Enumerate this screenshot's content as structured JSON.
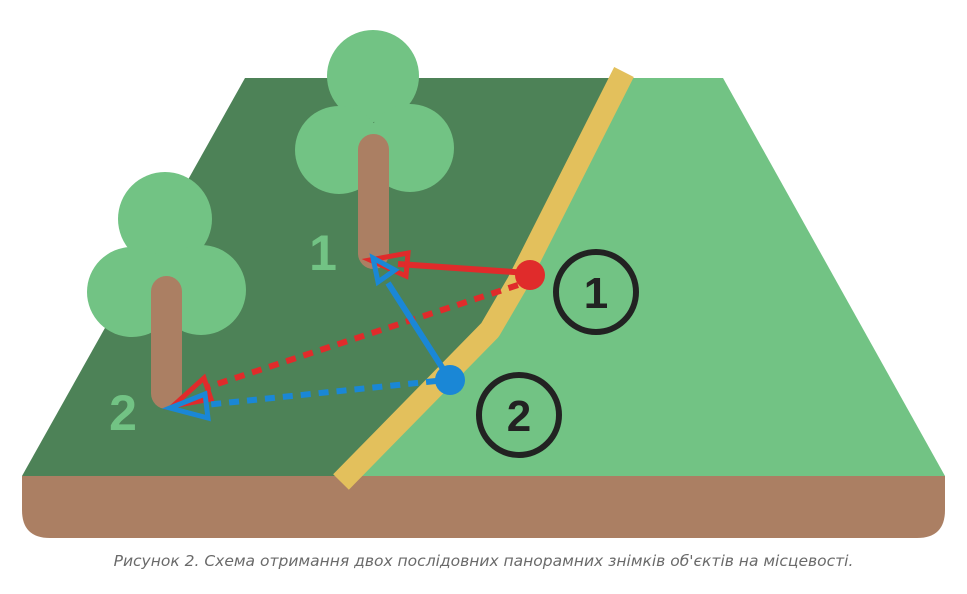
{
  "colors": {
    "forest": "#4d8257",
    "field": "#72c384",
    "road": "#e3c05c",
    "soil": "#ab7f63",
    "trunk": "#ab7f63",
    "canopy": "#72c384",
    "tree_label": "#72c384",
    "station_1": "#e02b2b",
    "station_2": "#1a87d6",
    "ring": "#222222"
  },
  "trees": [
    {
      "label": "1"
    },
    {
      "label": "2"
    }
  ],
  "stations": [
    {
      "label": "1"
    },
    {
      "label": "2"
    }
  ],
  "caption": "Рисунок 2. Схема отримання двох послідовних панорамних знімків об'єктів на місцевості."
}
